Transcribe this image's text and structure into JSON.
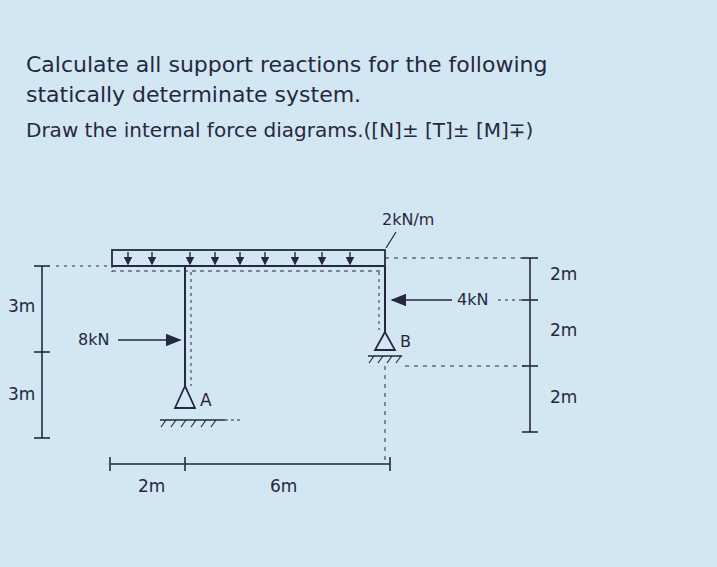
{
  "diagram": {
    "labels": [
      "Calculate all support reactions for the following statically determinate system.",
      "Draw the internal force diagrams.([N]± [T]± [M]∓)",
      "2kN/m",
      "2m",
      "4kN",
      "2m",
      "3m",
      "8kN",
      "B",
      "3m",
      "2m",
      "A",
      "2m",
      "6m"
    ]
  }
}
